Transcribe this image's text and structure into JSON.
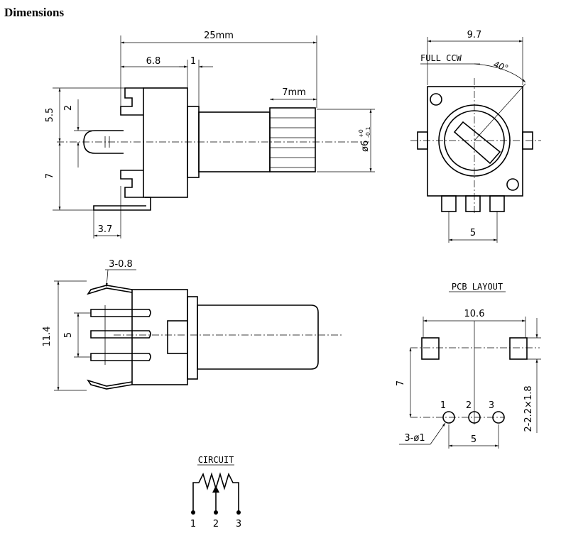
{
  "title": "Dimensions",
  "side_view": {
    "overall_length": "25mm",
    "body_depth": "6.8",
    "flange": "1",
    "knurl_length": "7mm",
    "shaft_diameter": "ø6",
    "shaft_tol_upper": "+0",
    "shaft_tol_lower": "-0.1",
    "upper_height": "5.5",
    "tab_height": "2",
    "lower_height": "7",
    "pin_offset": "3.7"
  },
  "front_view": {
    "width": "9.7",
    "rotation_label": "FULL CCW",
    "angle": "40°",
    "pin_pitch": "5"
  },
  "top_view": {
    "pin_width": "3-0.8",
    "height": "11.4",
    "pin_pitch": "5"
  },
  "pcb_layout": {
    "title": "PCB LAYOUT",
    "pad_spacing": "10.6",
    "row_offset": "7",
    "slot_size": "2-2.2×1.8",
    "pin_labels": [
      "1",
      "2",
      "3"
    ],
    "hole_size": "3-ø1",
    "pin_pitch": "5"
  },
  "circuit": {
    "title": "CIRCUIT",
    "pin_labels": [
      "1",
      "2",
      "3"
    ]
  }
}
